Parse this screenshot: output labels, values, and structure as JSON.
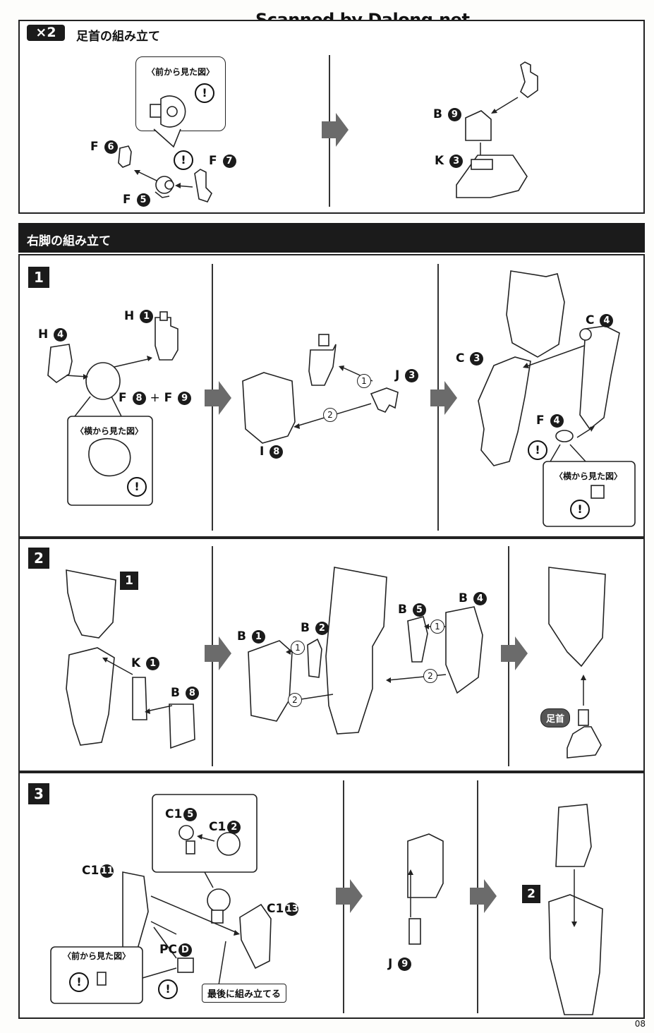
{
  "watermark": "Scanned by Dalong.net",
  "page_number": "08",
  "section_ankle": {
    "multiplier": "×2",
    "title": "足首の組み立て",
    "callout_title": "〈前から見た図〉",
    "labels": {
      "f6": "F",
      "f6_num": "6",
      "f7": "F",
      "f7_num": "7",
      "f5": "F",
      "f5_num": "5",
      "b9": "B",
      "b9_num": "9",
      "k3": "K",
      "k3_num": "3"
    }
  },
  "section_right_leg": {
    "title": "右脚の組み立て",
    "step1": {
      "number": "1",
      "labels": {
        "h4": "H",
        "h4_num": "4",
        "h1": "H",
        "h1_num": "1",
        "f8f9": "F",
        "f8_num": "8",
        "plus": "+",
        "f9": "F",
        "f9_num": "9",
        "j3": "J",
        "j3_num": "3",
        "i8": "I",
        "i8_num": "8",
        "c3": "C",
        "c3_num": "3",
        "c4": "C",
        "c4_num": "4",
        "f4": "F",
        "f4_num": "4"
      },
      "side_view_title": "〈横から見た図〉",
      "side_view_title_2": "〈横から見た図〉",
      "seq": [
        "1",
        "2"
      ]
    },
    "step2": {
      "number": "2",
      "ref": "1",
      "labels": {
        "k1": "K",
        "k1_num": "1",
        "b8": "B",
        "b8_num": "8",
        "b1": "B",
        "b1_num": "1",
        "b2": "B",
        "b2_num": "2",
        "b5": "B",
        "b5_num": "5",
        "b4": "B",
        "b4_num": "4"
      },
      "ankle_tag": "足首",
      "seq": [
        "1",
        "2",
        "1",
        "2"
      ]
    },
    "step3": {
      "number": "3",
      "labels": {
        "c15": "C1",
        "c15_num": "5",
        "c12": "C1",
        "c12_num": "2",
        "c111": "C1",
        "c111_num": "11",
        "c113": "C1",
        "c113_num": "13",
        "pcd": "PC",
        "pcd_num": "D",
        "j9": "J",
        "j9_num": "9"
      },
      "front_view_title": "〈前から見た図〉",
      "note": "最後に組み立てる",
      "ref": "2"
    }
  },
  "warn_symbol": "!",
  "colors": {
    "dark": "#1b1b1b",
    "arrow": "#6b6b6b"
  }
}
